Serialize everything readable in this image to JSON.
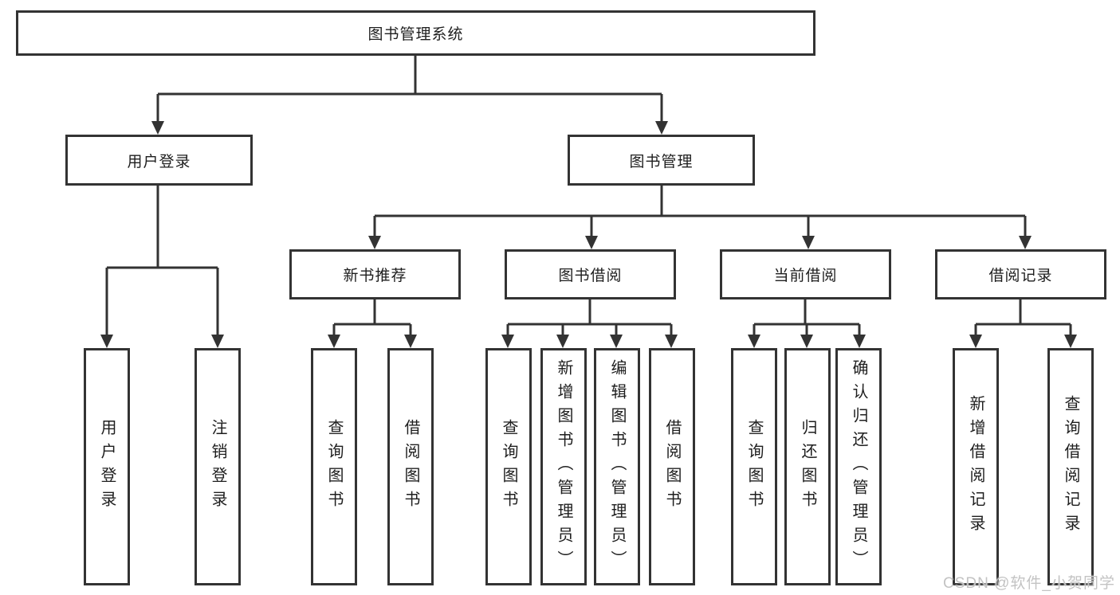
{
  "tree": {
    "label": "图书管理系统",
    "children": [
      {
        "label": "用户登录",
        "children": [
          {
            "label": "用户登录"
          },
          {
            "label": "注销登录"
          }
        ]
      },
      {
        "label": "图书管理",
        "children": [
          {
            "label": "新书推荐",
            "children": [
              {
                "label": "查询图书"
              },
              {
                "label": "借阅图书"
              }
            ]
          },
          {
            "label": "图书借阅",
            "children": [
              {
                "label": "查询图书"
              },
              {
                "label": "新增图书（管理员）"
              },
              {
                "label": "编辑图书（管理员）"
              },
              {
                "label": "借阅图书"
              }
            ]
          },
          {
            "label": "当前借阅",
            "children": [
              {
                "label": "查询图书"
              },
              {
                "label": "归还图书"
              },
              {
                "label": "确认归还（管理员）"
              }
            ]
          },
          {
            "label": "借阅记录",
            "children": [
              {
                "label": "新增借阅记录"
              },
              {
                "label": "查询借阅记录"
              }
            ]
          }
        ]
      }
    ]
  },
  "watermark": {
    "text": "CSDN @软件_小贺同学"
  },
  "colors": {
    "line": "#333333",
    "text": "#1e1e1e",
    "background": "#ffffff",
    "watermark": "#c3c3c3"
  }
}
